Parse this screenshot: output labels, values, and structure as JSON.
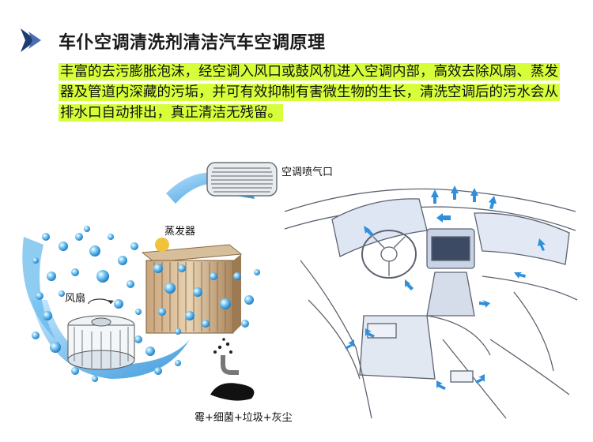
{
  "title": "车仆空调清洗剂清洁汽车空调原理",
  "description": "丰富的去污膨胀泡沫，经空调入风口或鼓风机进入空调内部，高效去除风扇、蒸发器及管道内深藏的污垢，并可有效抑制有害微生物的生长，清洗空调后的污水会从排水口自动排出，真正清洁无残留。",
  "labels": {
    "vent": "空调喷气口",
    "evaporator": "蒸发器",
    "fan": "风扇",
    "waste": "霉+细菌+垃圾+灰尘"
  },
  "colors": {
    "accent_navy": "#1f3b73",
    "highlight": "#d6ff3a",
    "foam_blue": "#3ea7e6",
    "arrow_blue": "#2f8fdc"
  }
}
